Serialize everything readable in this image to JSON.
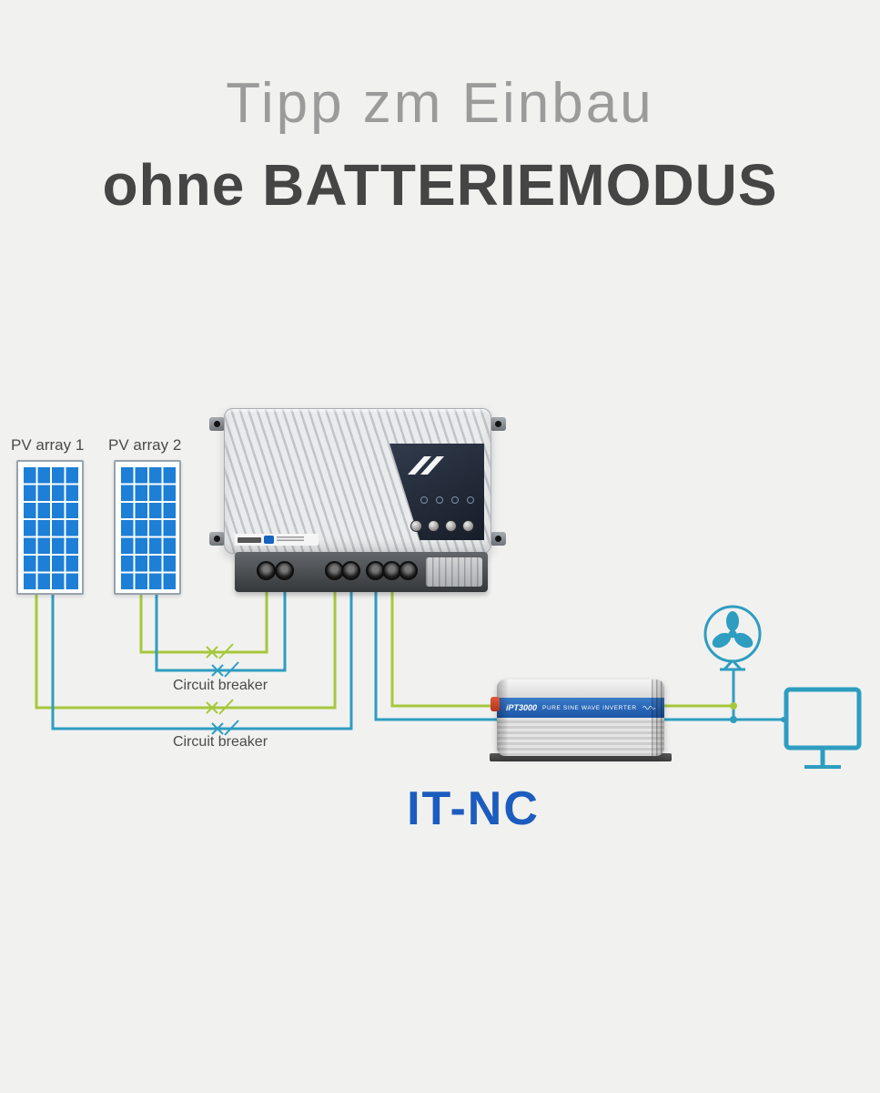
{
  "title": {
    "line1": "Tipp zm Einbau",
    "line2": "ohne BATTERIEMODUS"
  },
  "labels": {
    "pv1": "PV array 1",
    "pv2": "PV array 2",
    "breaker1": "Circuit breaker",
    "breaker2": "Circuit breaker",
    "system": "IT-NC"
  },
  "inverter": {
    "model": "iPT3000",
    "tagline": "PURE SINE WAVE INVERTER"
  },
  "colors": {
    "background": "#f1f1f0",
    "title_light": "#9b9b9b",
    "title_dark": "#454545",
    "text": "#4a4a4a",
    "wire_green": "#a6c83c",
    "wire_blue": "#2e9dc0",
    "panel_cell": "#1d7fd6",
    "system_label": "#1c5cbe"
  }
}
